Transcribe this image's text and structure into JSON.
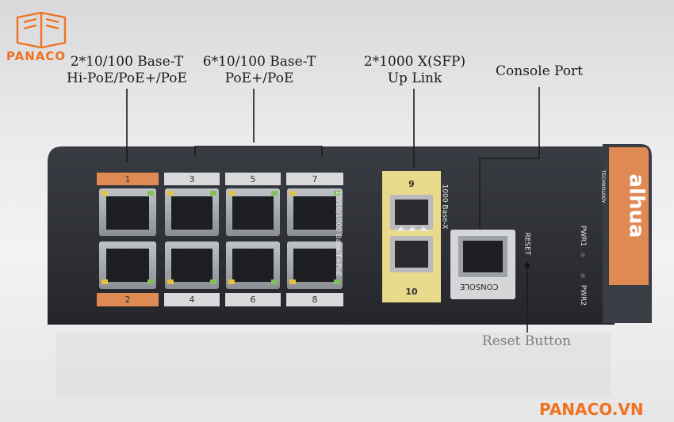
{
  "watermark": {
    "text": "PANACO",
    "color": "#f0721e"
  },
  "footer_brand": {
    "text": "PANACO.VN",
    "color": "#f0721e"
  },
  "callouts": {
    "hipoe": {
      "line1": "2*10/100 Base-T",
      "line2": "Hi-PoE/PoE+/PoE"
    },
    "poe": {
      "line1": "6*10/100 Base-T",
      "line2": "PoE+/PoE"
    },
    "sfp": {
      "line1": "2*1000 X(SFP)",
      "line2": "Up Link"
    },
    "console": {
      "line1": "Console Port"
    },
    "reset": {
      "line1": "Reset Button"
    }
  },
  "device": {
    "body_color": "#2b2d33",
    "accent_color": "#e08a53",
    "brand_logo": "alhua",
    "brand_sub": "TECHNOLOGY",
    "port_group_label": "10/10/1000 Base-T+PoE",
    "sfp_label": "1000 Base-X",
    "console_label": "CONSOLE",
    "reset_label": "RESET",
    "pwr1_label": "PWR1",
    "pwr2_label": "PWR2",
    "port_top_labels": [
      "1",
      "3",
      "5",
      "7"
    ],
    "port_bottom_labels": [
      "2",
      "4",
      "6",
      "8"
    ],
    "sfp_top": "9",
    "sfp_bottom": "10"
  },
  "icons": [
    "book-logo-icon",
    "rj45-port-icon",
    "sfp-port-icon",
    "led-icon"
  ]
}
